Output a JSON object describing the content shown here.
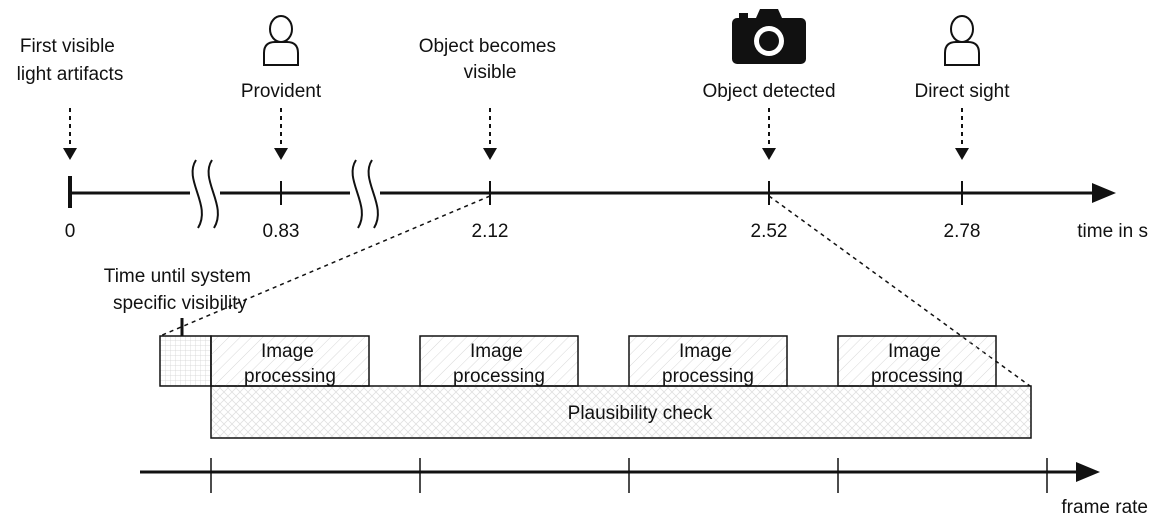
{
  "events": {
    "first_visible": [
      "First visible",
      "light artifacts"
    ],
    "provident": "Provident",
    "object_visible": [
      "Object becomes",
      "visible"
    ],
    "object_detected": "Object detected",
    "direct_sight": "Direct sight"
  },
  "timeline": {
    "ticks": [
      "0",
      "0.83",
      "2.12",
      "2.52",
      "2.78"
    ],
    "axis_label": "time in s"
  },
  "detail": {
    "system_visibility": [
      "Time until system",
      "specific visibility"
    ],
    "image_processing": [
      "Image",
      "processing"
    ],
    "plausibility": "Plausibility check",
    "frame_axis_label": "frame rate"
  },
  "icons": {
    "person": "person-icon",
    "camera": "camera-icon"
  },
  "colors": {
    "stroke": "#111111",
    "fill": "#ffffff"
  }
}
